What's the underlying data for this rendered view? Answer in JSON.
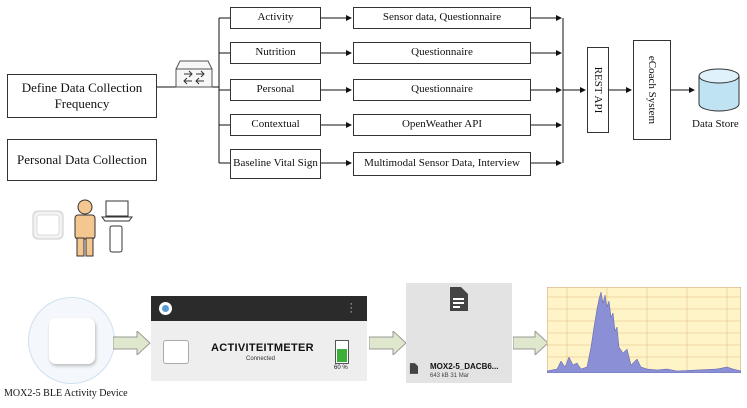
{
  "left_boxes": {
    "frequency": "Define Data Collection Frequency",
    "personal": "Personal Data Collection"
  },
  "categories": [
    {
      "name": "Activity",
      "source": "Sensor data, Questionnaire"
    },
    {
      "name": "Nutrition",
      "source": "Questionnaire"
    },
    {
      "name": "Personal",
      "source": "Questionnaire"
    },
    {
      "name": "Contextual",
      "source": "OpenWeather API"
    },
    {
      "name": "Baseline Vital Sign",
      "source": "Multimodal Sensor Data, Interview"
    }
  ],
  "rest_api": "REST API",
  "ecoach": "eCoach System",
  "data_store": "Data Store",
  "device_label": "MOX2-5 BLE Activity Device",
  "app": {
    "title": "ACTIVITEITMETER",
    "status": "Connected",
    "battery": "60 %"
  },
  "file": {
    "name": "MOX2-5_DACB6...",
    "meta": "643 kB 31 Mar"
  },
  "colors": {
    "plot_fill": "#8a8fd6",
    "plot_bg": "#fff4c8",
    "battery": "#3ab03a",
    "arrow_fill": "#dfe8cc"
  }
}
